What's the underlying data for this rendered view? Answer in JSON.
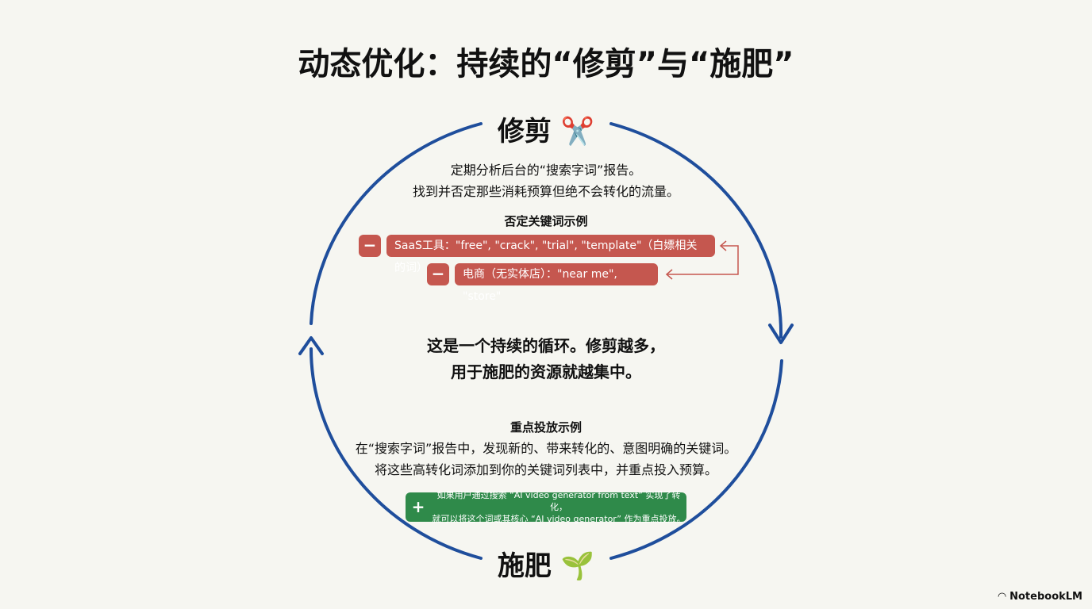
{
  "title": "动态优化：持续的“修剪”与“施肥”",
  "prune": {
    "heading": "修剪",
    "icon": "✂️",
    "desc": [
      "定期分析后台的“搜索字词”报告。",
      "找到并否定那些消耗预算但绝不会转化的流量。"
    ],
    "example_title": "否定关键词示例",
    "examples": [
      "SaaS工具：\"free\", \"crack\", \"trial\", \"template\"（白嫖相关的词）",
      "电商（无实体店）：\"near me\", \"store\""
    ],
    "minus": "−"
  },
  "center": [
    "这是一个持续的循环。修剪越多，",
    "用于施肥的资源就越集中。"
  ],
  "fertilize": {
    "heading": "施肥",
    "icon": "🌱",
    "example_title": "重点投放示例",
    "desc": [
      "在“搜索字词”报告中，发现新的、带来转化的、意图明确的关键词。",
      "将这些高转化词添加到你的关键词列表中，并重点投入预算。"
    ],
    "plus": "+",
    "example": [
      "如果用户通过搜索 “AI video generator from text” 实现了转化，",
      "就可以将这个词或其核心 “AI video generator” 作为重点投放。"
    ]
  },
  "brand": "NotebookLM",
  "colors": {
    "cycle": "#1f4e9c",
    "negative": "#c5574f",
    "positive": "#2f8a4a"
  }
}
